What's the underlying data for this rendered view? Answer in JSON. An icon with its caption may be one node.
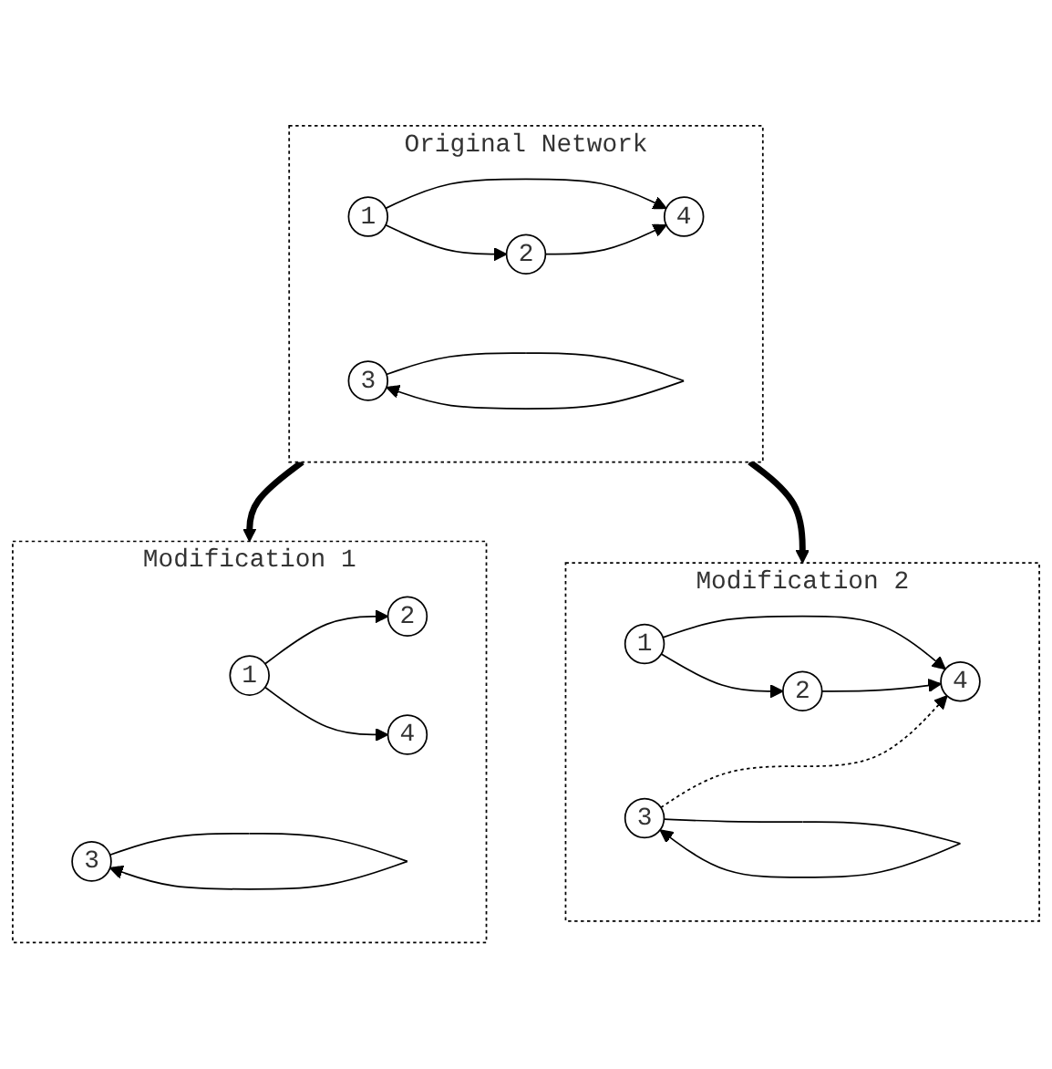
{
  "diagram": {
    "nodes": [
      {
        "text": [
          "Original Network"
        ]
      },
      {
        "text": [
          "1"
        ],
        "in": 0
      },
      {
        "text": [
          "2"
        ],
        "in": 0
      },
      {
        "text": [
          "3"
        ],
        "in": 0
      },
      {
        "text": [
          "4"
        ],
        "in": 0
      },
      {
        "text": [
          "Modification 1"
        ]
      },
      {
        "text": [
          "1"
        ],
        "in": 5
      },
      {
        "text": [
          "2"
        ],
        "in": 5
      },
      {
        "text": [
          "3"
        ],
        "in": 5
      },
      {
        "text": [
          "4"
        ],
        "in": 5
      },
      {
        "text": [
          "Modification 2"
        ]
      },
      {
        "text": [
          "1"
        ],
        "in": 10
      },
      {
        "text": [
          "2"
        ],
        "in": 10
      },
      {
        "text": [
          "3"
        ],
        "in": 10
      },
      {
        "text": [
          "4"
        ],
        "in": 10
      }
    ],
    "edges": [
      {
        "from": 1,
        "to": 2,
        "arrow": "to"
      },
      {
        "from": 1,
        "to": 4,
        "arrow": "to"
      },
      {
        "from": 2,
        "to": 4,
        "arrow": "to"
      },
      {
        "from": 3,
        "to": 3,
        "arrow": "to"
      },
      {
        "from": 0,
        "to": 5,
        "arrow": "to",
        "style": "thick"
      },
      {
        "from": 0,
        "to": 10,
        "arrow": "to",
        "style": "thick"
      },
      {
        "from": 6,
        "to": 7,
        "arrow": "to"
      },
      {
        "from": 6,
        "to": 9,
        "arrow": "to"
      },
      {
        "from": 8,
        "to": 8,
        "arrow": "to"
      },
      {
        "from": 11,
        "to": 12,
        "arrow": "to"
      },
      {
        "from": 11,
        "to": 14,
        "arrow": "to"
      },
      {
        "from": 12,
        "to": 14,
        "arrow": "to"
      },
      {
        "from": 13,
        "to": 13,
        "arrow": "to"
      },
      {
        "from": 13,
        "to": 14,
        "arrow": "to",
        "style": "dashed"
      }
    ]
  }
}
